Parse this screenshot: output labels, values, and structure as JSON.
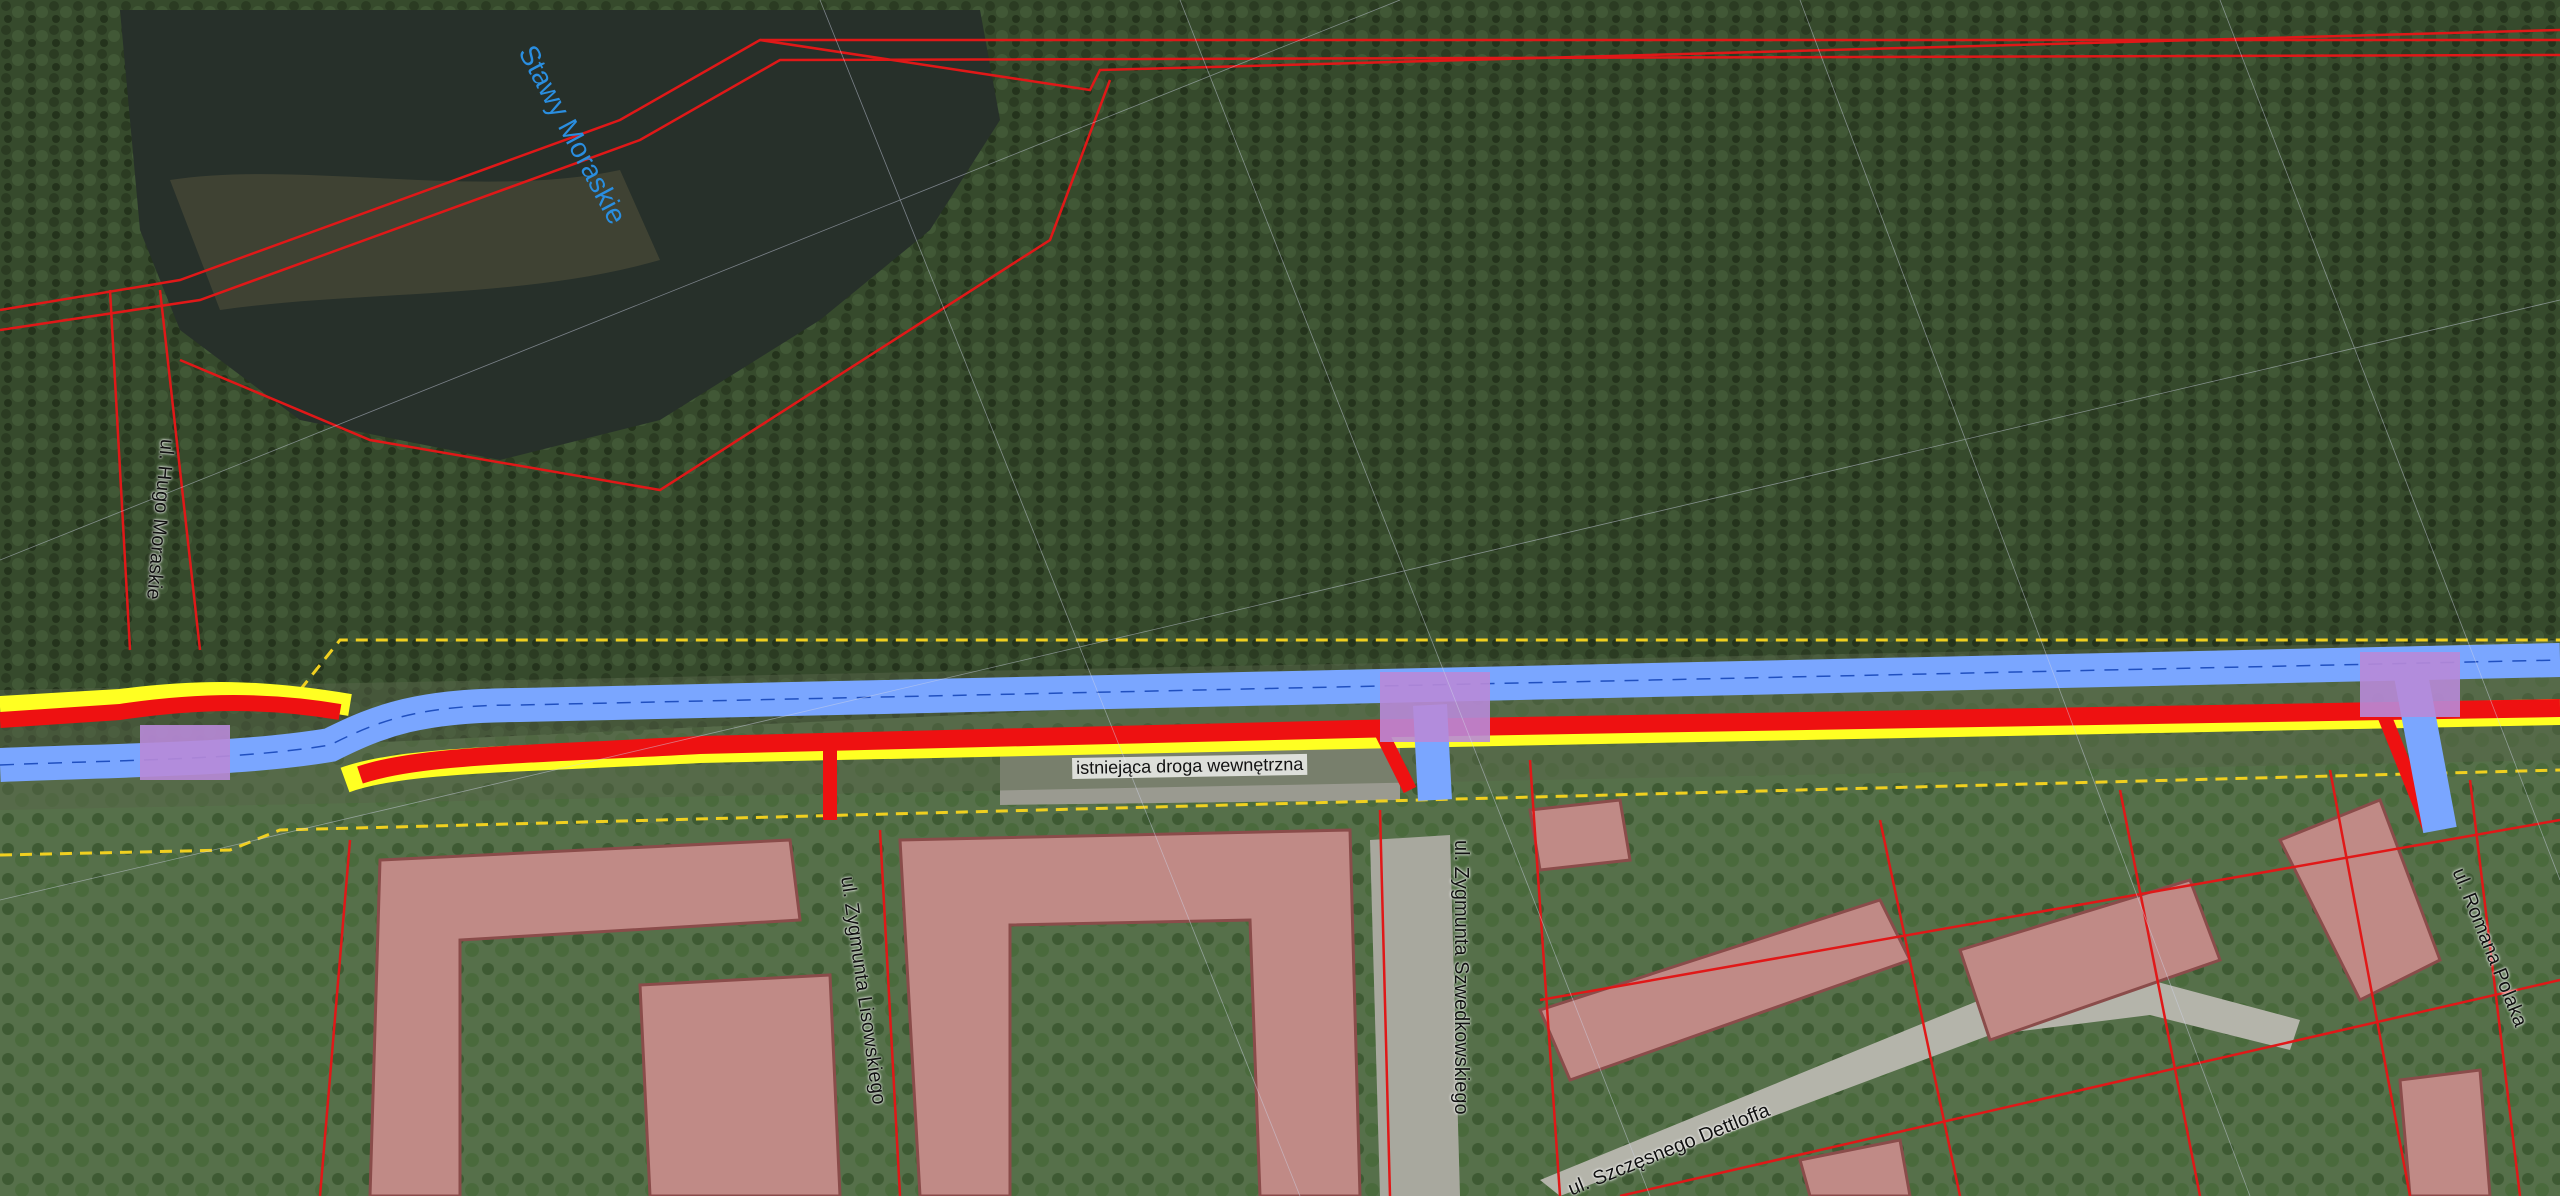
{
  "labels": {
    "lake": "Stawy Moraskie",
    "street_hugo": "ul. Hugo Moraskie",
    "street_lisowskiego": "ul. Zygmunta Lisowskiego",
    "street_szwedkowskiego": "ul. Zygmunta Szwedkowskiego",
    "street_dettloffa": "ul. Szczęsnego Dettloffa",
    "street_polaka": "ul. Romana Polaka",
    "internal_road": "istniejąca droga wewnętrzna"
  },
  "colors": {
    "roadway": "#7aa6ff",
    "bike_path": "#ee1111",
    "sidewalk": "#ffff22",
    "crossing": "#b88ad8",
    "parcel_line": "#e01818",
    "boundary": "#f0d020"
  },
  "icons": {
    "lake": "water-body-icon"
  }
}
